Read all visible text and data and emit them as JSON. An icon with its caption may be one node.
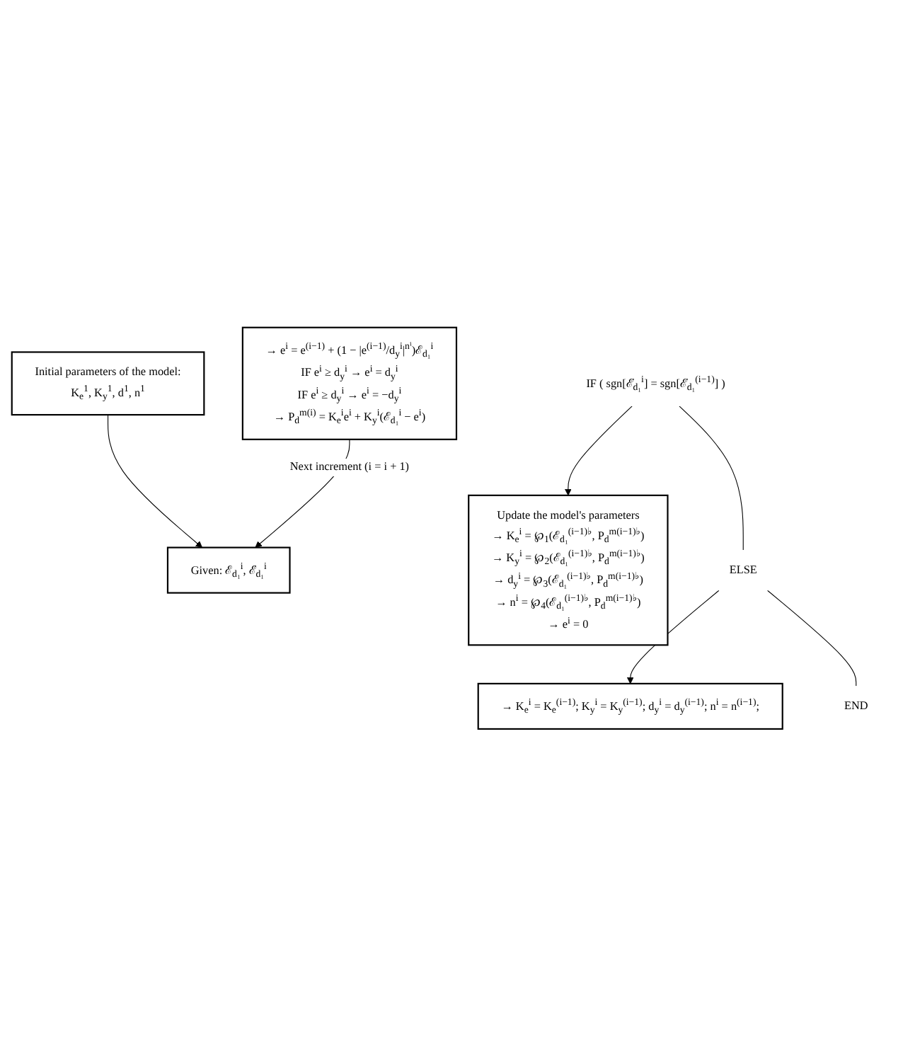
{
  "diagram": {
    "nodes": [
      {
        "text": [
          "Initial parameters of the model:",
          "K$_{e}$$^{1}$, K$_{y}$$^{1}$, d$^{1}$, n$^{1}$"
        ]
      },
      {
        "text": [
          "Given: ℰ$_{d₁}$$^{i}$, ℰ̇$_{d₁}$$^{i}$"
        ]
      },
      {
        "text": [
          "IF ( sgn[ℰ̇$_{d₁}$$^{i}$] = sgn[ℰ̇$_{d₁}$$^{(i−1)}$] )"
        ]
      },
      {
        "text": [
          "Update the model's parameters",
          "→ K$_{e}$$^{i}$ = ℘$_{1}$(ℰ$_{d₁}$$^{(i−1)♭}$, P$_{d}$$^{m(i−1)♭}$)",
          "→ K$_{y}$$^{i}$ = ℘$_{2}$(ℰ$_{d₁}$$^{(i−1)♭}$, P$_{d}$$^{m(i−1)♭}$)",
          "→ d$_{y}$$^{i}$ = ℘$_{3}$(ℰ$_{d₁}$$^{(i−1)♭}$, P$_{d}$$^{m(i−1)♭}$)",
          "→ n$^{i}$ = ℘$_{4}$(ℰ$_{d₁}$$^{(i−1)♭}$, P$_{d}$$^{m(i−1)♭}$)",
          "→ e$^{i}$ = 0"
        ]
      },
      {
        "text": [
          "ELSE"
        ]
      },
      {
        "text": [
          "→ K$_{e}$$^{i}$ = K$_{e}$$^{(i−1)}$; K$_{y}$$^{i}$ = K$_{y}$$^{(i−1)}$; d$_{y}$$^{i}$ = d$_{y}$$^{(i−1)}$; n$^{i}$ = n$^{(i−1)}$;"
        ]
      },
      {
        "text": [
          "END"
        ]
      },
      {
        "text": [
          "→ e$^{i}$ = e$^{(i−1)}$ + (1 − |e$^{(i−1)}$/d$_{y}$$^{i}$|$^{nⁱ}$)ℰ$_{d₁}$$^{i}$",
          "IF e$^{i}$ ≥ d$_{y}$$^{i}$ → e$^{i}$ = d$_{y}$$^{i}$",
          "IF e$^{i}$ ≥ d$_{y}$$^{i}$ → e$^{i}$ = −d$_{y}$$^{i}$",
          "→ P$_{d}$$^{m(i)}$ = K$_{e}$$^{i}$e$^{i}$ + K$_{y}$$^{i}$(ℰ$_{d₁}$$^{i}$ − e$^{i}$)"
        ]
      }
    ],
    "edges": [
      {
        "from": 0,
        "to": 1,
        "arrow": "to"
      },
      {
        "from": 7,
        "to": 1,
        "arrow": "to",
        "label": "Next increment (i = i + 1)"
      },
      {
        "from": 2,
        "to": 3,
        "arrow": "to"
      },
      {
        "from": 2,
        "to": 4,
        "arrow": "none"
      },
      {
        "from": 4,
        "to": 5,
        "arrow": "to"
      },
      {
        "from": 4,
        "to": 6,
        "arrow": "none"
      }
    ]
  }
}
